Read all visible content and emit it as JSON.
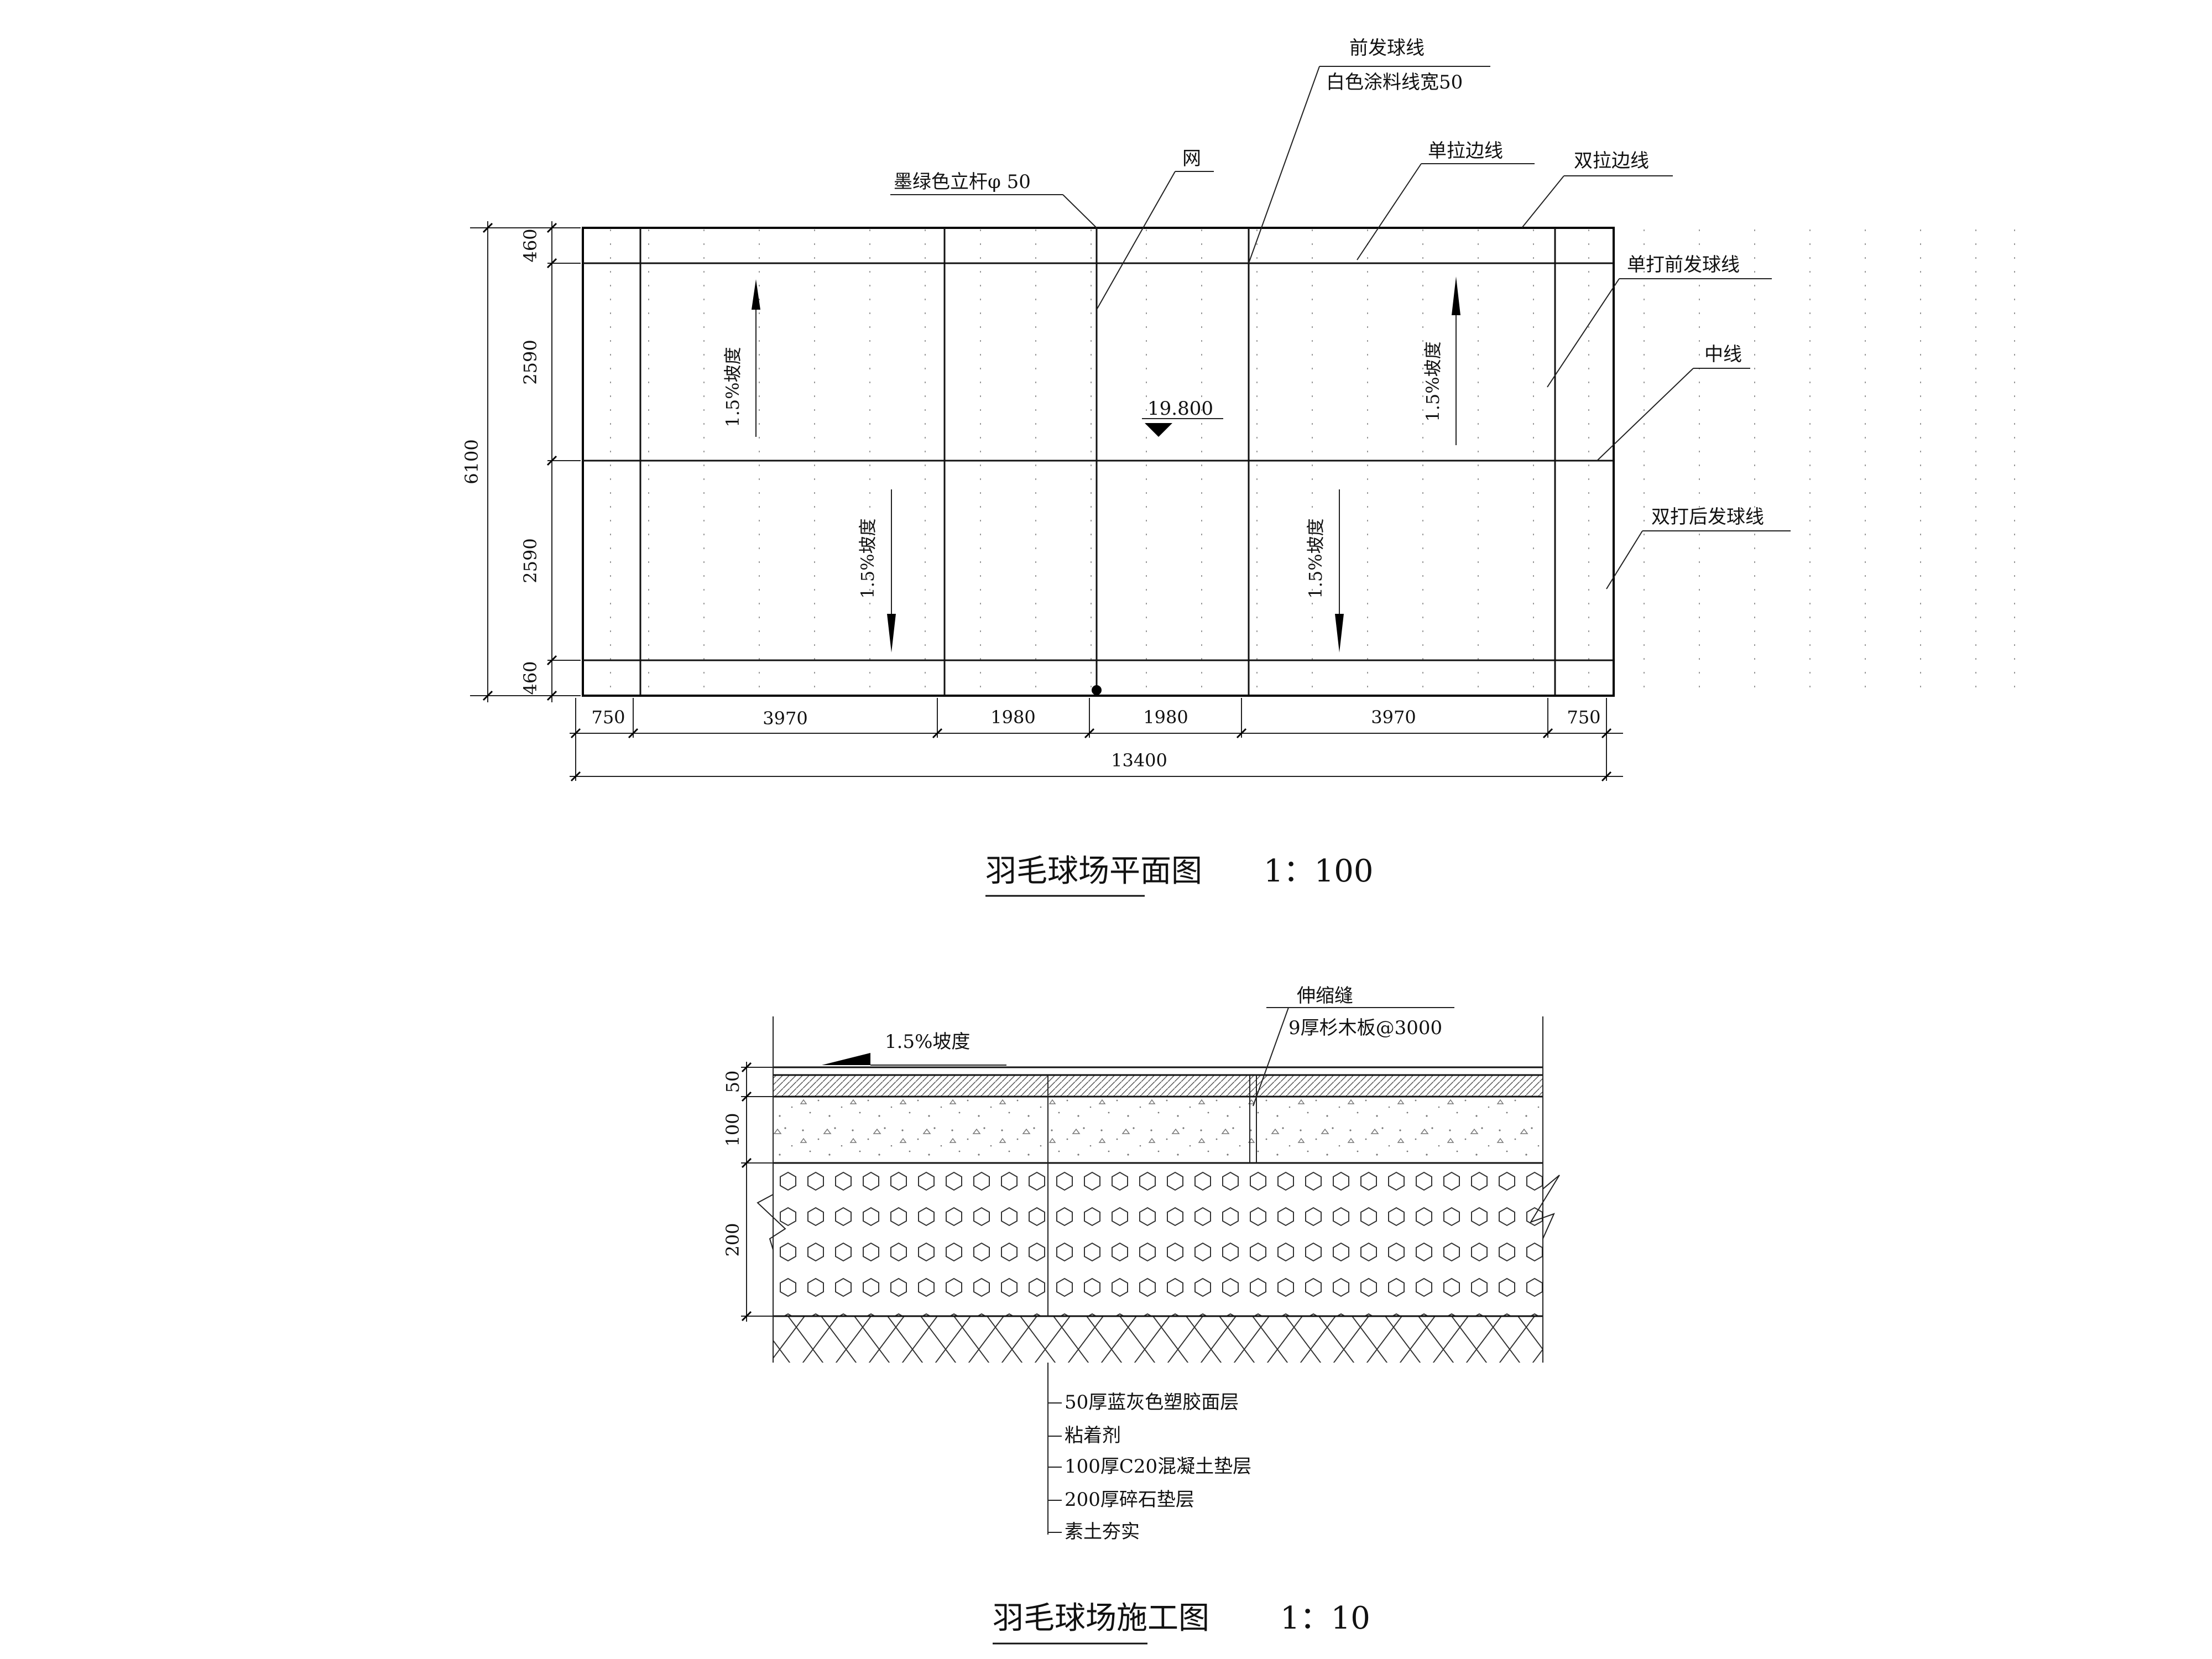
{
  "plan": {
    "title": "羽毛球场平面图",
    "scale": "1：100",
    "dims": {
      "total_width": "13400",
      "segments": [
        "750",
        "3970",
        "1980",
        "1980",
        "3970",
        "750"
      ],
      "total_height": "6100",
      "v_segments": [
        "460",
        "2590",
        "2590",
        "460"
      ]
    },
    "elevation": "19.800",
    "slope": "1.5%坡度",
    "labels": {
      "front_service_line": "前发球线",
      "paint_spec": "白色涂料线宽50",
      "net": "网",
      "post": "墨绿色立杆φ 50",
      "single_side_line": "单拉边线",
      "double_side_line": "双拉边线",
      "single_front_service": "单打前发球线",
      "center_line": "中线",
      "double_back_service": "双打后发球线"
    }
  },
  "section": {
    "title": "羽毛球场施工图",
    "scale": "1：10",
    "slope": "1.5%坡度",
    "joint_label": "伸缩缝",
    "joint_spec": "9厚杉木板@3000",
    "dims": [
      "50",
      "100",
      "200"
    ],
    "layers": [
      "50厚蓝灰色塑胶面层",
      "粘着剂",
      "100厚C20混凝土垫层",
      "200厚碎石垫层",
      "素土夯实"
    ]
  }
}
